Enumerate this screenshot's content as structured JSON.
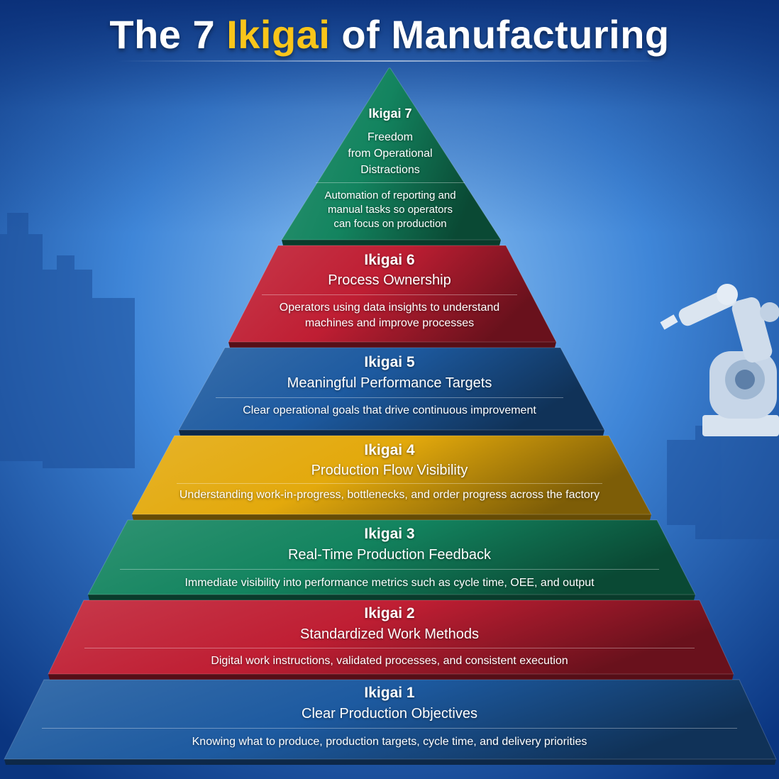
{
  "title": {
    "part1": "The 7 ",
    "accent": "Ikigai",
    "part2": " of Manufacturing",
    "accent_color": "#f9c51a"
  },
  "tiers": [
    {
      "level": "Ikigai 7",
      "name_lines": [
        "Freedom",
        "from Operational",
        "Distractions"
      ],
      "description_lines": [
        "Automation of reporting and",
        "manual tasks so operators",
        "can focus on production"
      ],
      "color": "#13845f"
    },
    {
      "level": "Ikigai 6",
      "name": "Process Ownership",
      "description_lines": [
        "Operators using data insights to understand",
        "machines and improve processes"
      ],
      "color": "#bf1e33"
    },
    {
      "level": "Ikigai 5",
      "name": "Meaningful Performance Targets",
      "description": "Clear operational goals that drive continuous improvement",
      "color": "#1d5aa0"
    },
    {
      "level": "Ikigai 4",
      "name": "Production Flow Visibility",
      "description": "Understanding work-in-progress, bottlenecks, and order progress across the factory",
      "color": "#e3a90c"
    },
    {
      "level": "Ikigai 3",
      "name": "Real-Time Production Feedback",
      "description": "Immediate visibility into performance metrics such as cycle time, OEE, and output",
      "color": "#13845f"
    },
    {
      "level": "Ikigai 2",
      "name": "Standardized Work Methods",
      "description": "Digital work instructions, validated processes, and consistent execution",
      "color": "#bf1e33"
    },
    {
      "level": "Ikigai 1",
      "name": "Clear Production Objectives",
      "description": "Knowing what to produce, production targets, cycle time, and delivery priorities",
      "color": "#1d5aa0"
    }
  ]
}
